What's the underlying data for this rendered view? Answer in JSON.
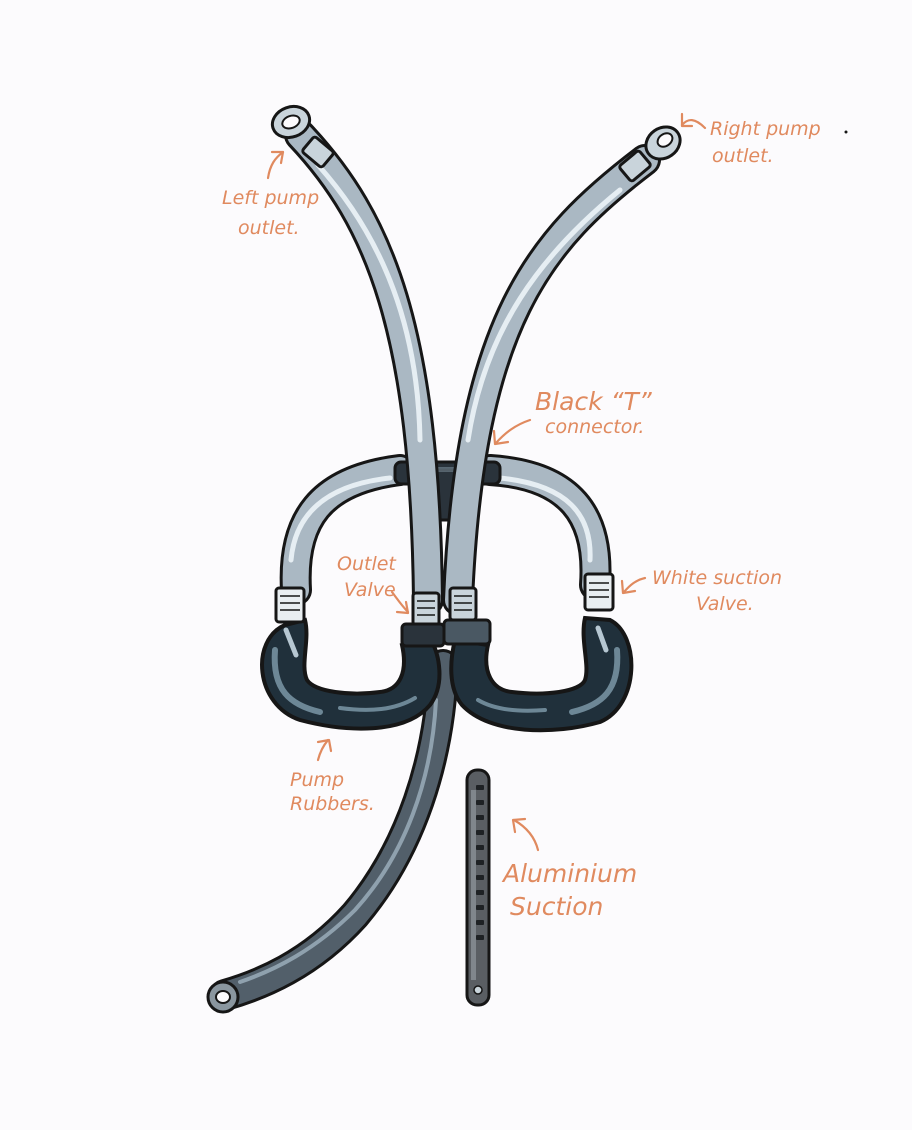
{
  "colors": {
    "background": "#fcfbfd",
    "annotation": "#e08a5f",
    "outline": "#161616",
    "light_hose": "#aab8c3",
    "light_hose_highlight": "#e6eef3",
    "dark_rubber": "#20303b",
    "dark_rubber_highlight": "#6d8796",
    "suction_hose": "#525f6a",
    "aluminium": "#5a5e63"
  },
  "labels": {
    "left_outlet_1": "Left pump",
    "left_outlet_2": "outlet.",
    "right_outlet_1": "Right pump",
    "right_outlet_2": "outlet.",
    "t_connector_1": "Black “T”",
    "t_connector_2": "connector.",
    "outlet_valve_1": "Outlet",
    "outlet_valve_2": "Valve",
    "suction_valve_1": "White suction",
    "suction_valve_2": "Valve.",
    "pump_rubbers_1": "Pump",
    "pump_rubbers_2": "Rubbers.",
    "aluminium_1": "Aluminium",
    "aluminium_2": "Suction"
  }
}
